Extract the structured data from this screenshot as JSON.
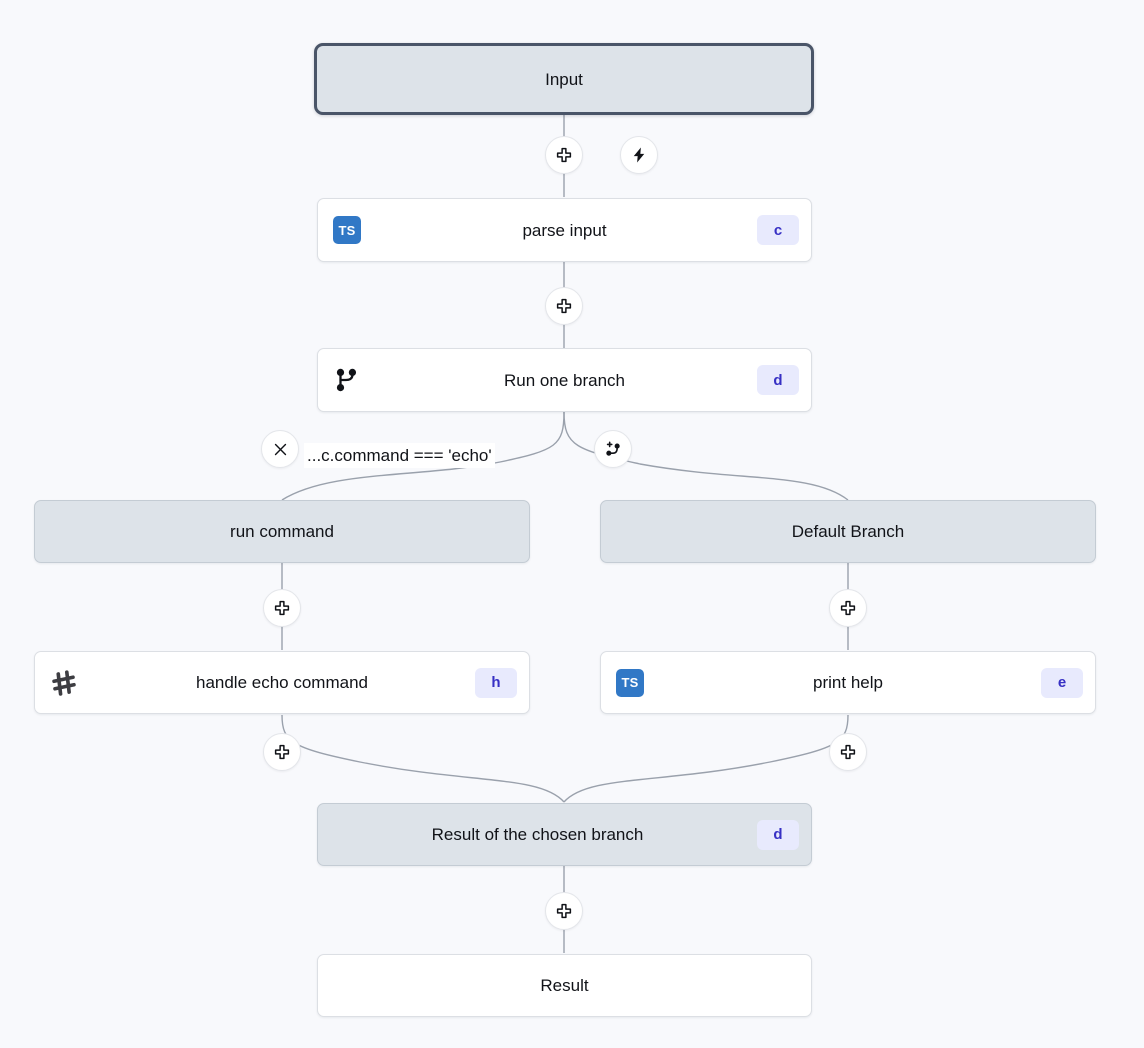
{
  "canvas": {
    "background": "#f8f9fc",
    "accent_badge_bg": "#e8eafd",
    "accent_badge_fg": "#3730c4",
    "shaded_node_bg": "#dde3e9",
    "selected_border": "#4a5568",
    "ts_icon_bg": "#3178c6",
    "edge_color": "#9aa1ac"
  },
  "nodes": {
    "input": {
      "label": "Input"
    },
    "parse_input": {
      "label": "parse input",
      "icon": "typescript-icon",
      "icon_text": "TS",
      "shortcut": "c"
    },
    "run_one_branch": {
      "label": "Run one branch",
      "icon": "git-branch-icon",
      "shortcut": "d"
    },
    "run_command": {
      "label": "run command"
    },
    "default_branch": {
      "label": "Default Branch"
    },
    "handle_echo_command": {
      "label": "handle echo command",
      "icon": "bash-hash-icon",
      "shortcut": "h"
    },
    "print_help": {
      "label": "print help",
      "icon": "typescript-icon",
      "icon_text": "TS",
      "shortcut": "e"
    },
    "result_of_chosen_branch": {
      "label": "Result of the chosen branch",
      "shortcut": "d"
    },
    "result": {
      "label": "Result"
    }
  },
  "edges": {
    "condition_label": "...c.command === 'echo'"
  },
  "handles": {
    "add": "plus-icon",
    "trigger": "lightning-bolt-icon",
    "remove_branch": "close-x-icon",
    "add_branch": "git-branch-plus-icon"
  }
}
